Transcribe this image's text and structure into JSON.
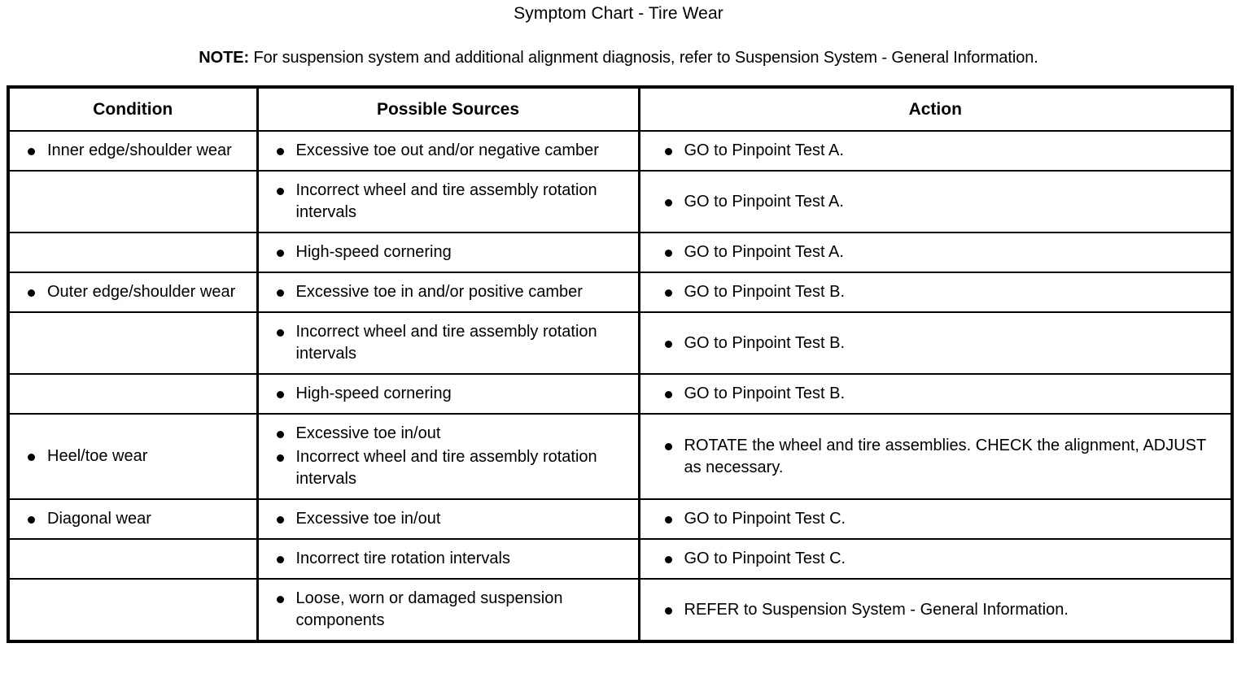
{
  "document": {
    "title": "Symptom Chart - Tire Wear",
    "note_label": "NOTE:",
    "note_text": " For suspension system and additional alignment diagnosis, refer to Suspension System - General Information."
  },
  "table": {
    "headers": {
      "condition": "Condition",
      "possible_sources": "Possible Sources",
      "action": "Action"
    },
    "rows": [
      {
        "condition": [
          "Inner edge/shoulder wear"
        ],
        "sources": [
          "Excessive toe out and/or negative camber"
        ],
        "actions": [
          "GO to Pinpoint Test A."
        ]
      },
      {
        "condition": [],
        "sources": [
          "Incorrect wheel and tire assembly rotation intervals"
        ],
        "actions": [
          "GO to Pinpoint Test A."
        ]
      },
      {
        "condition": [],
        "sources": [
          "High-speed cornering"
        ],
        "actions": [
          "GO to Pinpoint Test A."
        ]
      },
      {
        "condition": [
          "Outer edge/shoulder wear"
        ],
        "sources": [
          "Excessive toe in and/or positive camber"
        ],
        "actions": [
          "GO to Pinpoint Test B."
        ]
      },
      {
        "condition": [],
        "sources": [
          "Incorrect wheel and tire assembly rotation intervals"
        ],
        "actions": [
          "GO to Pinpoint Test B."
        ]
      },
      {
        "condition": [],
        "sources": [
          "High-speed cornering"
        ],
        "actions": [
          "GO to Pinpoint Test B."
        ]
      },
      {
        "condition": [
          "Heel/toe wear"
        ],
        "sources": [
          "Excessive toe in/out",
          "Incorrect wheel and tire assembly rotation intervals"
        ],
        "actions": [
          "ROTATE the wheel and tire assemblies. CHECK the alignment, ADJUST as necessary."
        ]
      },
      {
        "condition": [
          "Diagonal wear"
        ],
        "sources": [
          "Excessive toe in/out"
        ],
        "actions": [
          "GO to Pinpoint Test C."
        ]
      },
      {
        "condition": [],
        "sources": [
          "Incorrect tire rotation intervals"
        ],
        "actions": [
          "GO to Pinpoint Test C."
        ]
      },
      {
        "condition": [],
        "sources": [
          "Loose, worn or damaged suspension components"
        ],
        "actions": [
          "REFER to Suspension System - General Information."
        ]
      }
    ]
  },
  "colors": {
    "text": "#000000",
    "background": "#ffffff",
    "border": "#000000"
  }
}
